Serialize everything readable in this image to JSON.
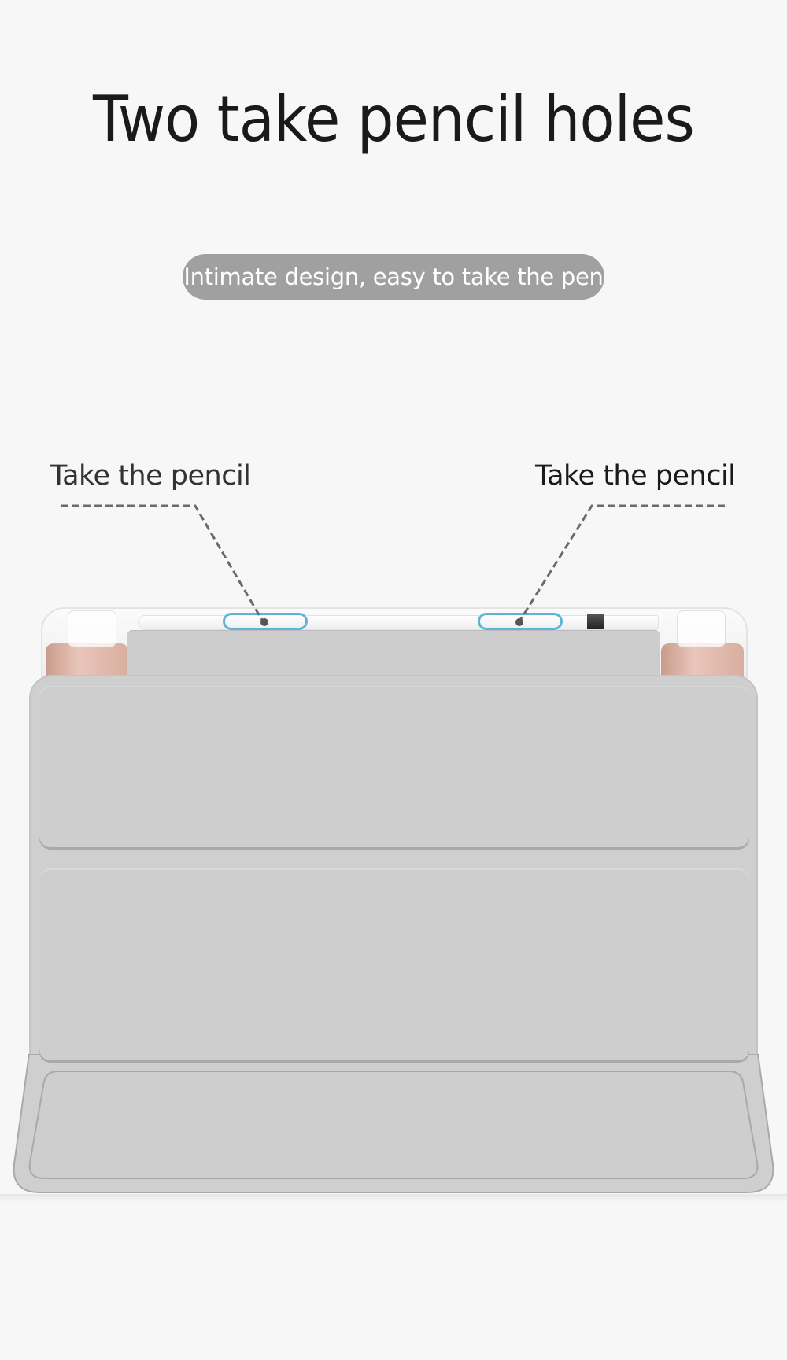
{
  "page": {
    "background": "#f7f7f7"
  },
  "header": {
    "title": "Two take pencil holes"
  },
  "badge": {
    "text": "Intimate design, easy to take the pen",
    "background": "#a0a0a0",
    "text_color": "#ffffff"
  },
  "callouts": [
    {
      "label": "Take the pencil",
      "target": "left-pencil-hole"
    },
    {
      "label": "Take the pencil",
      "target": "right-pencil-hole"
    }
  ],
  "product": {
    "name": "tablet case with pencil holder",
    "cover_color": "#cfcfcf",
    "hole_outline_color": "#5fb3d6",
    "corner_accent_color": "#e0b8ab",
    "cover_panels": 3
  }
}
